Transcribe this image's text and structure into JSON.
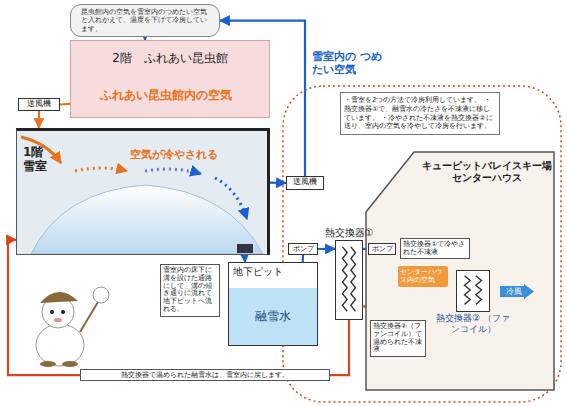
{
  "diagram": {
    "nodes": [
      {
        "text": [
          "昆虫館内の空気を雪室内のつめたい空気と入れかえて、温度を下げて冷房しています。"
        ]
      },
      {
        "text": [
          "2階　ふれあい昆虫館"
        ]
      },
      {
        "text": [
          "送風機"
        ]
      },
      {
        "text": [
          "1階 雪室"
        ]
      },
      {
        "text": [
          "送風機"
        ]
      },
      {
        "text": [
          "地下ピット",
          "融雪水"
        ]
      },
      {
        "text": [
          "雪室内の床下に溝を設けた通路にして、溝の傾き通りに流れて地下ピットへ流れる。"
        ]
      },
      {
        "text": [
          "・雪室を2つの方法で冷房利用しています。 ・熱交換器①で、融雪水の冷たさを不凍液に移しています。 ・冷やされた不凍液を熱交換器②に送り、室内の空気を冷やして冷房を行います。"
        ]
      },
      {
        "text": [
          "キューピットバレイスキー場 センターハウス"
        ]
      },
      {
        "text": [
          "ポンプ"
        ]
      },
      {
        "text": [
          "熱交換器①"
        ]
      },
      {
        "text": [
          "ポンプ"
        ]
      },
      {
        "text": [
          "熱交換器①で冷やされた不凍液"
        ],
        "in": 8
      },
      {
        "text": [
          "センターハウス内の空気"
        ],
        "in": 8
      },
      {
        "text": [
          "熱交換器② （ファンコイル）"
        ],
        "in": 8
      },
      {
        "text": [
          "冷風"
        ],
        "in": 8
      },
      {
        "text": [
          "熱交換器②（ファンコイル）で温められた不凍液"
        ],
        "in": 8
      },
      {
        "text": [
          "熱交換器で温められた融雪水は、雪室内に戻します。"
        ]
      }
    ],
    "edges": [
      {
        "from": 1,
        "to": 2,
        "arrow": "none"
      },
      {
        "from": 2,
        "to": 3,
        "arrow": "to"
      },
      {
        "from": 3,
        "to": 4,
        "arrow": "to"
      },
      {
        "from": 4,
        "to": 0,
        "arrow": "to"
      },
      {
        "from": 0,
        "to": 1,
        "arrow": "to"
      },
      {
        "from": 3,
        "to": 5,
        "arrow": "to"
      },
      {
        "from": 5,
        "to": 9,
        "arrow": "none"
      },
      {
        "from": 9,
        "to": 10,
        "arrow": "to"
      },
      {
        "from": 10,
        "to": 11,
        "arrow": "none"
      },
      {
        "from": 11,
        "to": 14,
        "arrow": "to"
      },
      {
        "from": 13,
        "to": 14,
        "arrow": "to"
      },
      {
        "from": 14,
        "to": 15,
        "arrow": "to"
      },
      {
        "from": 14,
        "to": 10,
        "arrow": "to"
      },
      {
        "from": 10,
        "to": 17,
        "arrow": "none"
      },
      {
        "from": 17,
        "to": 3,
        "arrow": "to"
      }
    ],
    "labels": [
      "ふれあい昆虫館内の空気",
      "空気が冷やされる",
      "雪室内の つめたい空気"
    ]
  }
}
